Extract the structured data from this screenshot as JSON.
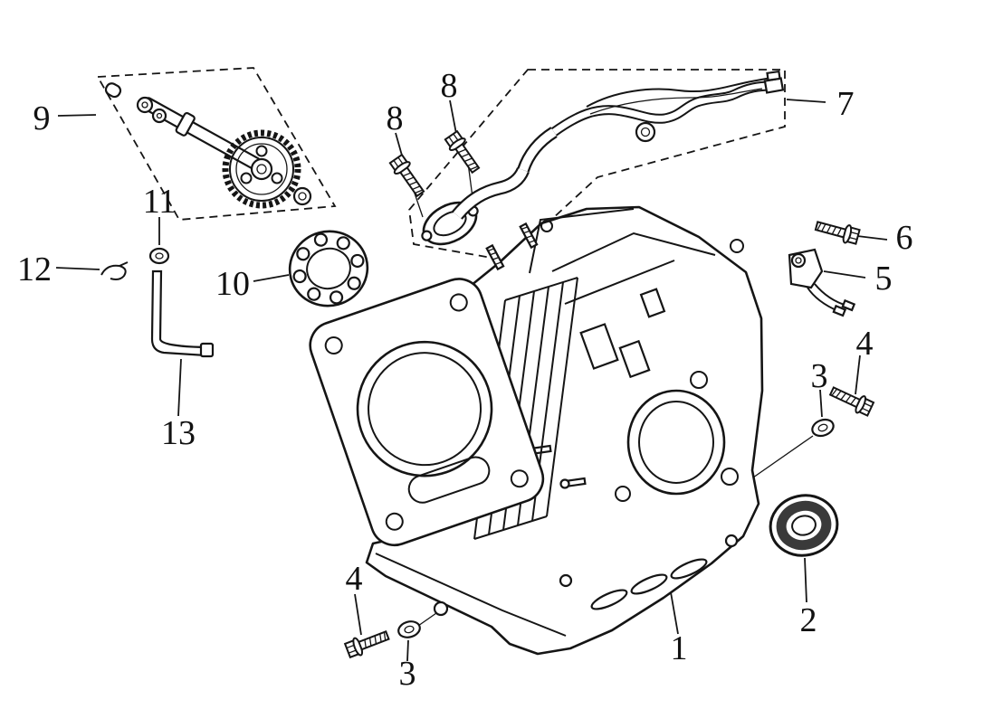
{
  "page": {
    "background": "#ffffff",
    "line_color": "#151515"
  },
  "diagram": {
    "type": "exploded-parts-diagram",
    "callouts": [
      {
        "id": "callout-9",
        "label": "9"
      },
      {
        "id": "callout-11",
        "label": "11"
      },
      {
        "id": "callout-12",
        "label": "12"
      },
      {
        "id": "callout-10",
        "label": "10"
      },
      {
        "id": "callout-13",
        "label": "13"
      },
      {
        "id": "callout-8-left",
        "label": "8"
      },
      {
        "id": "callout-8-right",
        "label": "8"
      },
      {
        "id": "callout-7",
        "label": "7"
      },
      {
        "id": "callout-6",
        "label": "6"
      },
      {
        "id": "callout-5",
        "label": "5"
      },
      {
        "id": "callout-4-right",
        "label": "4"
      },
      {
        "id": "callout-3-right",
        "label": "3"
      },
      {
        "id": "callout-2",
        "label": "2"
      },
      {
        "id": "callout-1",
        "label": "1"
      },
      {
        "id": "callout-4-bottom",
        "label": "4"
      },
      {
        "id": "callout-3-bottom",
        "label": "3"
      }
    ]
  }
}
